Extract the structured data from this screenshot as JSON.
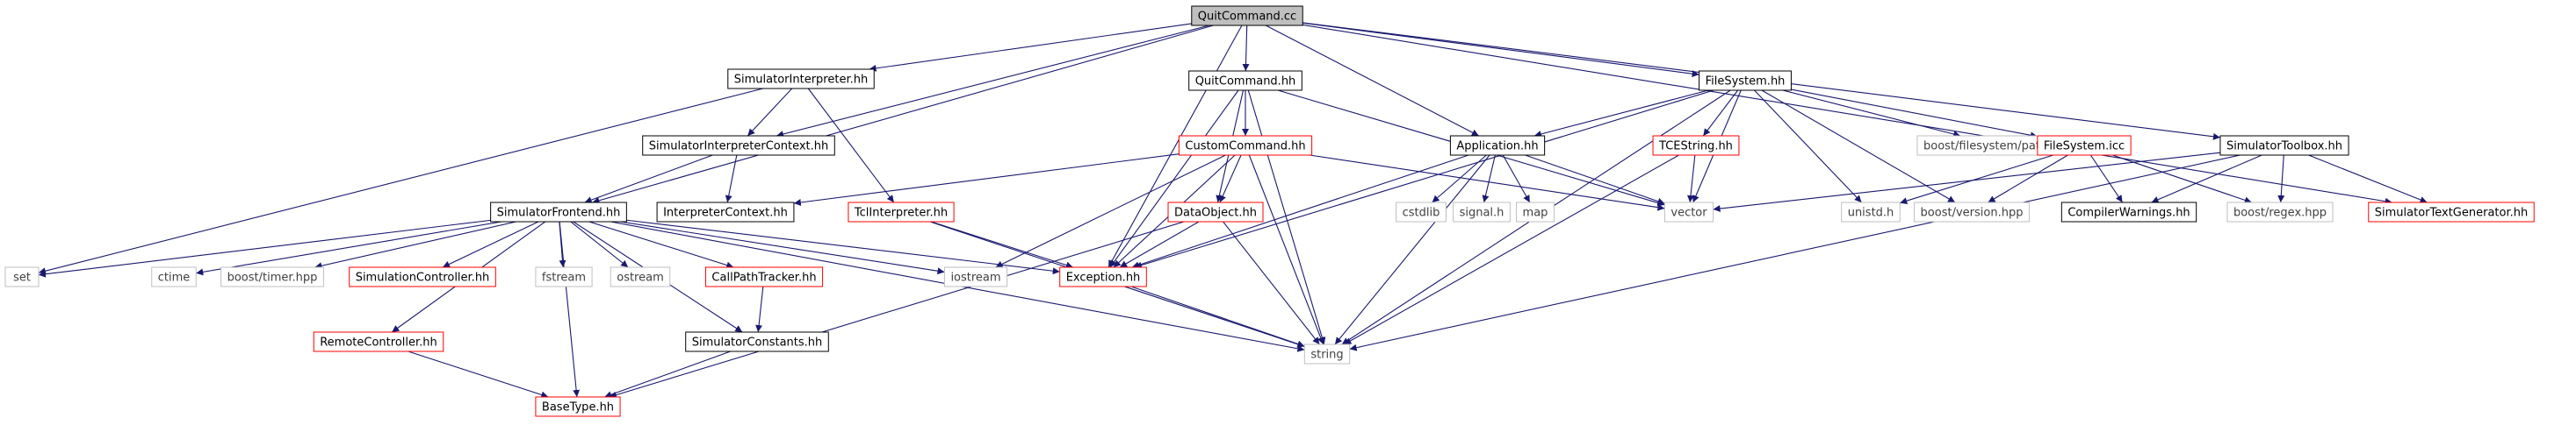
{
  "graph_title": "QuitCommand.cc",
  "colors": {
    "edge": "#191970",
    "root_fill": "#bfbfbf",
    "root_border": "#000000",
    "normal_border": "#000000",
    "missing_border": "#ff0000",
    "external_border": "#bfbfbf",
    "fill": "#ffffff"
  },
  "nodes": [
    {
      "id": "quitcommand_cc",
      "label": "QuitCommand.cc",
      "kind": "root"
    },
    {
      "id": "simulatorinterpreter_hh",
      "label": "SimulatorInterpreter.hh",
      "kind": "normal"
    },
    {
      "id": "quitcommand_hh",
      "label": "QuitCommand.hh",
      "kind": "normal"
    },
    {
      "id": "filesystem_hh",
      "label": "FileSystem.hh",
      "kind": "normal"
    },
    {
      "id": "simulatorinterpretercontext_hh",
      "label": "SimulatorInterpreterContext.hh",
      "kind": "normal"
    },
    {
      "id": "customcommand_hh",
      "label": "CustomCommand.hh",
      "kind": "missing"
    },
    {
      "id": "application_hh",
      "label": "Application.hh",
      "kind": "normal"
    },
    {
      "id": "tcestring_hh",
      "label": "TCEString.hh",
      "kind": "missing"
    },
    {
      "id": "boost_filesystem_path_hpp",
      "label": "boost/filesystem/path.hpp",
      "kind": "external"
    },
    {
      "id": "filesystem_icc",
      "label": "FileSystem.icc",
      "kind": "missing"
    },
    {
      "id": "simulatortoolbox_hh",
      "label": "SimulatorToolbox.hh",
      "kind": "normal"
    },
    {
      "id": "simulatorfrontend_hh",
      "label": "SimulatorFrontend.hh",
      "kind": "normal"
    },
    {
      "id": "interpretercontext_hh",
      "label": "InterpreterContext.hh",
      "kind": "normal"
    },
    {
      "id": "tclinterpreter_hh",
      "label": "TclInterpreter.hh",
      "kind": "missing"
    },
    {
      "id": "dataobject_hh",
      "label": "DataObject.hh",
      "kind": "missing"
    },
    {
      "id": "cstdlib",
      "label": "cstdlib",
      "kind": "external"
    },
    {
      "id": "signal_h",
      "label": "signal.h",
      "kind": "external"
    },
    {
      "id": "map",
      "label": "map",
      "kind": "external"
    },
    {
      "id": "vector",
      "label": "vector",
      "kind": "external"
    },
    {
      "id": "unistd_h",
      "label": "unistd.h",
      "kind": "external"
    },
    {
      "id": "boost_version_hpp",
      "label": "boost/version.hpp",
      "kind": "external"
    },
    {
      "id": "compilerwarnings_hh",
      "label": "CompilerWarnings.hh",
      "kind": "normal"
    },
    {
      "id": "boost_regex_hpp",
      "label": "boost/regex.hpp",
      "kind": "external"
    },
    {
      "id": "simulatortextgenerator_hh",
      "label": "SimulatorTextGenerator.hh",
      "kind": "missing"
    },
    {
      "id": "set",
      "label": "set",
      "kind": "external"
    },
    {
      "id": "ctime",
      "label": "ctime",
      "kind": "external"
    },
    {
      "id": "boost_timer_hpp",
      "label": "boost/timer.hpp",
      "kind": "external"
    },
    {
      "id": "simulationcontroller_hh",
      "label": "SimulationController.hh",
      "kind": "missing"
    },
    {
      "id": "fstream",
      "label": "fstream",
      "kind": "external"
    },
    {
      "id": "ostream",
      "label": "ostream",
      "kind": "external"
    },
    {
      "id": "callpathtracker_hh",
      "label": "CallPathTracker.hh",
      "kind": "missing"
    },
    {
      "id": "iostream",
      "label": "iostream",
      "kind": "external"
    },
    {
      "id": "exception_hh",
      "label": "Exception.hh",
      "kind": "missing"
    },
    {
      "id": "remotecontroller_hh",
      "label": "RemoteController.hh",
      "kind": "missing"
    },
    {
      "id": "simulatorconstants_hh",
      "label": "SimulatorConstants.hh",
      "kind": "normal"
    },
    {
      "id": "string",
      "label": "string",
      "kind": "external"
    },
    {
      "id": "basetype_hh",
      "label": "BaseType.hh",
      "kind": "missing"
    }
  ],
  "edges": [
    [
      "quitcommand_cc",
      "simulatorinterpreter_hh"
    ],
    [
      "quitcommand_cc",
      "simulatorinterpretercontext_hh"
    ],
    [
      "quitcommand_cc",
      "simulatorfrontend_hh"
    ],
    [
      "quitcommand_cc",
      "quitcommand_hh"
    ],
    [
      "quitcommand_cc",
      "exception_hh"
    ],
    [
      "quitcommand_cc",
      "application_hh"
    ],
    [
      "quitcommand_cc",
      "filesystem_hh"
    ],
    [
      "quitcommand_cc",
      "simulatortoolbox_hh"
    ],
    [
      "quitcommand_cc",
      "simulatortextgenerator_hh"
    ],
    [
      "simulatorinterpreter_hh",
      "simulatorinterpretercontext_hh"
    ],
    [
      "simulatorinterpreter_hh",
      "tclinterpreter_hh"
    ],
    [
      "simulatorinterpreter_hh",
      "set"
    ],
    [
      "simulatorinterpretercontext_hh",
      "interpretercontext_hh"
    ],
    [
      "simulatorinterpretercontext_hh",
      "simulatorfrontend_hh"
    ],
    [
      "simulatorfrontend_hh",
      "set"
    ],
    [
      "simulatorfrontend_hh",
      "ctime"
    ],
    [
      "simulatorfrontend_hh",
      "boost_timer_hpp"
    ],
    [
      "simulatorfrontend_hh",
      "simulationcontroller_hh"
    ],
    [
      "simulatorfrontend_hh",
      "fstream"
    ],
    [
      "simulatorfrontend_hh",
      "ostream"
    ],
    [
      "simulatorfrontend_hh",
      "callpathtracker_hh"
    ],
    [
      "simulatorfrontend_hh",
      "iostream"
    ],
    [
      "simulatorfrontend_hh",
      "exception_hh"
    ],
    [
      "simulatorfrontend_hh",
      "remotecontroller_hh"
    ],
    [
      "simulatorfrontend_hh",
      "simulatorconstants_hh"
    ],
    [
      "simulatorfrontend_hh",
      "string"
    ],
    [
      "simulatorfrontend_hh",
      "basetype_hh"
    ],
    [
      "quitcommand_hh",
      "customcommand_hh"
    ],
    [
      "quitcommand_hh",
      "dataobject_hh"
    ],
    [
      "quitcommand_hh",
      "exception_hh"
    ],
    [
      "quitcommand_hh",
      "string"
    ],
    [
      "quitcommand_hh",
      "vector"
    ],
    [
      "customcommand_hh",
      "interpretercontext_hh"
    ],
    [
      "customcommand_hh",
      "dataobject_hh"
    ],
    [
      "customcommand_hh",
      "exception_hh"
    ],
    [
      "customcommand_hh",
      "string"
    ],
    [
      "customcommand_hh",
      "vector"
    ],
    [
      "customcommand_hh",
      "iostream"
    ],
    [
      "tclinterpreter_hh",
      "exception_hh"
    ],
    [
      "tclinterpreter_hh",
      "string"
    ],
    [
      "dataobject_hh",
      "exception_hh"
    ],
    [
      "dataobject_hh",
      "string"
    ],
    [
      "dataobject_hh",
      "basetype_hh"
    ],
    [
      "exception_hh",
      "string"
    ],
    [
      "callpathtracker_hh",
      "simulatorconstants_hh"
    ],
    [
      "remotecontroller_hh",
      "basetype_hh"
    ],
    [
      "simulatorconstants_hh",
      "basetype_hh"
    ],
    [
      "application_hh",
      "cstdlib"
    ],
    [
      "application_hh",
      "signal_h"
    ],
    [
      "application_hh",
      "map"
    ],
    [
      "application_hh",
      "vector"
    ],
    [
      "application_hh",
      "exception_hh"
    ],
    [
      "application_hh",
      "string"
    ],
    [
      "filesystem_hh",
      "application_hh"
    ],
    [
      "filesystem_hh",
      "tcestring_hh"
    ],
    [
      "filesystem_hh",
      "vector"
    ],
    [
      "filesystem_hh",
      "boost_filesystem_path_hpp"
    ],
    [
      "filesystem_hh",
      "filesystem_icc"
    ],
    [
      "filesystem_hh",
      "unistd_h"
    ],
    [
      "filesystem_hh",
      "boost_version_hpp"
    ],
    [
      "filesystem_hh",
      "string"
    ],
    [
      "filesystem_hh",
      "exception_hh"
    ],
    [
      "tcestring_hh",
      "vector"
    ],
    [
      "tcestring_hh",
      "string"
    ],
    [
      "filesystem_icc",
      "unistd_h"
    ],
    [
      "filesystem_icc",
      "compilerwarnings_hh"
    ],
    [
      "filesystem_icc",
      "boost_version_hpp"
    ],
    [
      "filesystem_icc",
      "boost_regex_hpp"
    ],
    [
      "simulatortoolbox_hh",
      "simulatortextgenerator_hh"
    ],
    [
      "simulatortoolbox_hh",
      "compilerwarnings_hh"
    ],
    [
      "simulatortoolbox_hh",
      "boost_regex_hpp"
    ],
    [
      "simulatortoolbox_hh",
      "string"
    ],
    [
      "simulatortoolbox_hh",
      "vector"
    ]
  ]
}
